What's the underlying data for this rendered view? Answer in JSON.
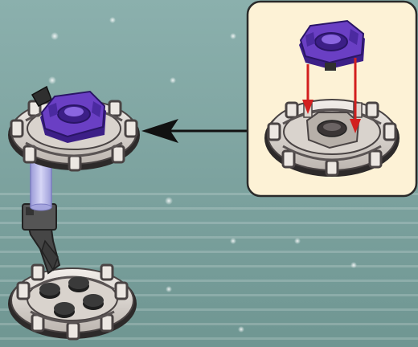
{
  "scene": {
    "background_color": "#7fa6a3",
    "background_stripe_color": "#6f9794",
    "callout_fill": "#fdf2d6",
    "callout_stroke": "#2a2a2a",
    "arrow_color": "#111111",
    "insertion_arrow_color": "#d21f1f",
    "hub_color": "#6a3fc4",
    "hub_dark": "#3c1f87",
    "frame_light": "#e7e2dc",
    "frame_dark": "#5a5454",
    "tube_color": "#b8b8e8",
    "connector_color": "#474747",
    "stud_color": "#2f2f2f"
  },
  "parts": {
    "callout_icon": "zoom-callout",
    "pointer_icon": "arrow-left-icon",
    "hub_icon": "purple-hub-piece",
    "wheel_icon": "octagon-wheel-frame",
    "connector_icon": "angled-connector",
    "stud_icon": "round-stud"
  }
}
